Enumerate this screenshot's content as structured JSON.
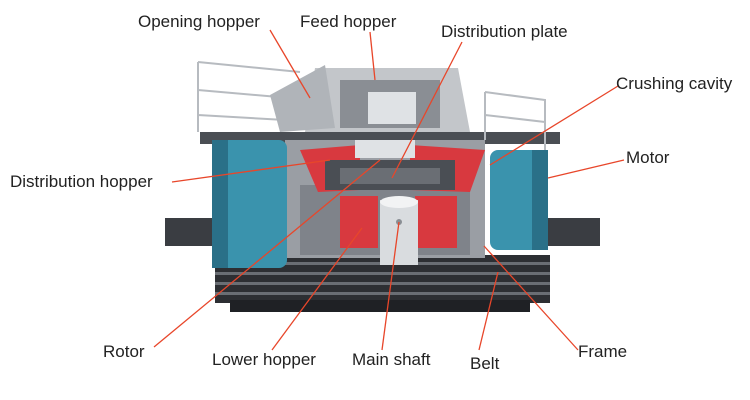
{
  "colors": {
    "leader_line": "#e8462a",
    "motor": "#3a93ad",
    "motor_dark": "#2a7088",
    "frame_grey": "#9a9ea4",
    "frame_dark": "#4a4e54",
    "base_black": "#2d2f33",
    "red_part": "#d8393f",
    "steel_light": "#d9dcdf"
  },
  "labels": {
    "opening_hopper": "Opening hopper",
    "feed_hopper": "Feed hopper",
    "distribution_plate": "Distribution plate",
    "crushing_cavity": "Crushing cavity",
    "motor": "Motor",
    "distribution_hopper": "Distribution hopper",
    "rotor": "Rotor",
    "lower_hopper": "Lower hopper",
    "main_shaft": "Main shaft",
    "belt": "Belt",
    "frame": "Frame"
  }
}
